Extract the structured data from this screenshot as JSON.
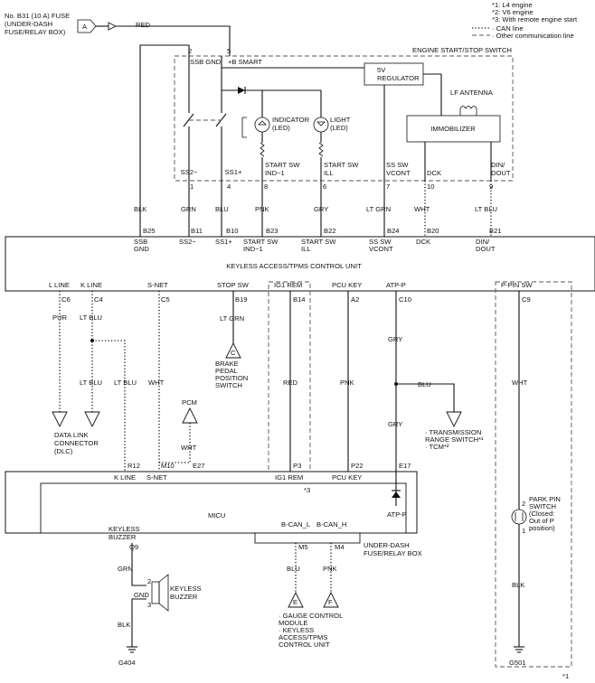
{
  "legend": {
    "note1": "*1: L4 engine",
    "note2": "*2: V6 engine",
    "note3": "*3: With remote engine start",
    "can_line": "· CAN line",
    "other_line": "· Other communication line"
  },
  "fuse": {
    "line1": "No. B31 (10 A) FUSE",
    "line2": "(UNDER-DASH",
    "line3": "FUSE/RELAY BOX)",
    "connector": "A",
    "wire_color": "RED"
  },
  "engine_switch": {
    "title": "ENGINE START/STOP SWITCH",
    "pin2": "2",
    "pin5": "5",
    "ssb_gnd": "SSB GND",
    "b_smart": "+B SMART",
    "regulator_line1": "5V",
    "regulator_line2": "REGULATOR",
    "lf_antenna": "LF ANTENNA",
    "immobilizer": "IMMOBILIZER",
    "indicator_line1": "INDICATOR",
    "indicator_line2": "(LED)",
    "light_line1": "LIGHT",
    "light_line2": "(LED)",
    "t_ss2": "SS2−",
    "t_ss1": "SS1+",
    "t_ind_1": "START SW",
    "t_ind_2": "IND−1",
    "t_ill_1": "START SW",
    "t_ill_2": "ILL",
    "t_vcont_1": "SS SW",
    "t_vcont_2": "VCONT",
    "t_dck": "DCK",
    "t_dout_1": "DIN/",
    "t_dout_2": "DOUT",
    "pin1": "1",
    "pin4": "4",
    "pin8": "8",
    "pin6": "6",
    "pin7": "7",
    "pin10": "10",
    "pin9": "9"
  },
  "wires_top": {
    "blk": "BLK",
    "grn": "GRN",
    "blu": "BLU",
    "pnk": "PNK",
    "gry": "GRY",
    "lt_grn": "LT GRN",
    "wht": "WHT",
    "lt_blu": "LT BLU"
  },
  "keyless_unit": {
    "title": "KEYLESS ACCESS/TPMS CONTROL UNIT",
    "b25": "B25",
    "b11": "B11",
    "b10": "B10",
    "b23": "B23",
    "b22": "B22",
    "b24": "B24",
    "b20": "B20",
    "b21": "B21",
    "ssb_1": "SSB",
    "ssb_2": "GND",
    "ss2": "SS2−",
    "ss1": "SS1+",
    "ind_1": "START SW",
    "ind_2": "IND−1",
    "ill_1": "START SW",
    "ill_2": "ILL",
    "vcont_1": "SS SW",
    "vcont_2": "VCONT",
    "dck": "DCK",
    "dout_1": "DIN/",
    "dout_2": "DOUT",
    "l_line": "L LINE",
    "k_line": "K LINE",
    "s_net": "S-NET",
    "stop_sw": "STOP SW",
    "ig1_rem": "IG1 REM",
    "pcu_key": "PCU KEY",
    "atp_p": "ATP-P",
    "p_pin_sw": "P-PIN SW",
    "c6": "C6",
    "c4": "C4",
    "c5": "C5",
    "b19": "B19",
    "b14": "B14",
    "a2": "A2",
    "c10": "C10",
    "c9": "C9"
  },
  "middle": {
    "pur": "PUR",
    "lt_blu": "LT BLU",
    "lt_blu2": "LT BLU",
    "lt_blu3": "LT BLU",
    "wht": "WHT",
    "lt_grn": "LT GRN",
    "red": "RED",
    "pnk": "PNK",
    "gry": "GRY",
    "gry2": "GRY",
    "blu": "BLU",
    "wht2": "WHT",
    "wht3": "WHT",
    "pcm": "PCM",
    "conn_c": "C",
    "brake_1": "BRAKE",
    "brake_2": "PEDAL",
    "brake_3": "POSITION",
    "brake_4": "SWITCH",
    "dlc_1": "DATA LINK",
    "dlc_2": "CONNECTOR",
    "dlc_3": "(DLC)",
    "trs_1": "· TRANSMISSION",
    "trs_2": "RANGE SWITCH*¹",
    "trs_3": "· TCM*²"
  },
  "micu": {
    "title": "MICU",
    "r12": "R12",
    "m10": "M10",
    "e27": "E27",
    "p3": "P3",
    "p22": "P22",
    "e17": "E17",
    "k_line": "K LINE",
    "s_net": "S-NET",
    "ig1_rem": "IG1 REM",
    "pcu_key": "PCU KEY",
    "note3": "*3",
    "atp_p": "ATP-P",
    "keyless_1": "KEYLESS",
    "keyless_2": "BUZZER",
    "q9": "Q9",
    "b_can_l": "B-CAN_L",
    "b_can_h": "B-CAN_H",
    "m5": "M5",
    "m4": "M4",
    "udb_1": "UNDER-DASH",
    "udb_2": "FUSE/RELAY BOX"
  },
  "bottom": {
    "grn": "GRN",
    "blk": "BLK",
    "blu": "BLU",
    "pnk": "PNK",
    "blk2": "BLK",
    "pin2": "2",
    "gnd": "GND",
    "pin3": "3",
    "buzzer_1": "KEYLESS",
    "buzzer_2": "BUZZER",
    "conn_e": "E",
    "conn_f": "F",
    "gauge_1": "· GAUGE CONTROL",
    "gauge_2": "MODULE",
    "gauge_3": "· KEYLESS",
    "gauge_4": "ACCESS/TPMS",
    "gauge_5": "CONTROL UNIT",
    "g404": "G404",
    "g501": "G501",
    "ppin_pin2": "2",
    "ppin_pin1": "1",
    "ppin_1": "PARK PIN",
    "ppin_2": "SWITCH",
    "ppin_3": "(Closed:",
    "ppin_4": "Out of P",
    "ppin_5": "position)",
    "footnote": "*1"
  }
}
